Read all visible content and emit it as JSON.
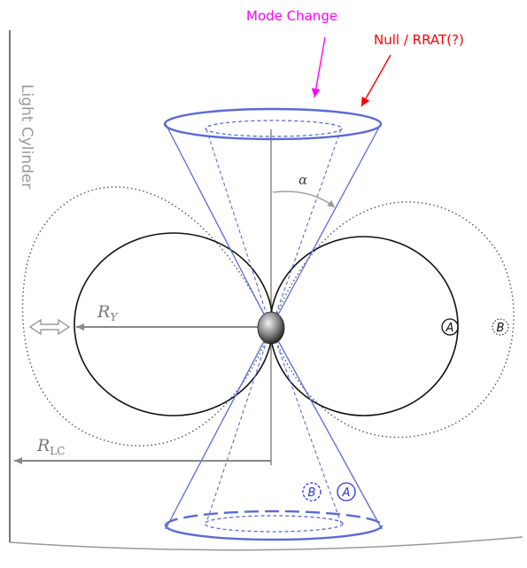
{
  "labels": {
    "mode_change": "Mode Change",
    "null_rrat": "Null / RRAT(?)",
    "light_cylinder": "Light Cylinder",
    "alpha": "α",
    "r_y_base": "R",
    "r_y_sub": "Y",
    "r_lc_base": "R",
    "r_lc_sub": "LC",
    "region_a": "A",
    "region_b": "B"
  },
  "colors": {
    "mode_change": "#ff00ff",
    "null_rrat": "#ff0000",
    "cone": "#5a6ad8",
    "cone_label": "#2b34e0",
    "axis": "#888888",
    "field_solid": "#111111",
    "field_dotted": "#555555"
  }
}
